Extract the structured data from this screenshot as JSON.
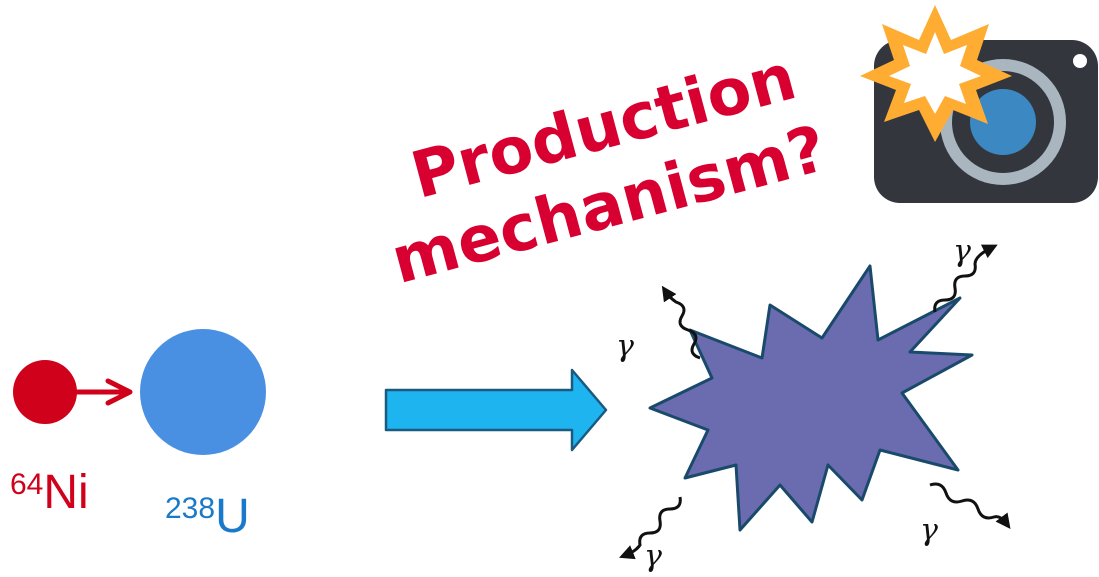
{
  "question": {
    "line1": "Production",
    "line2": "mechanism?",
    "color": "#d80030"
  },
  "projectile": {
    "mass": "64",
    "symbol": "Ni",
    "color": "#d0021b"
  },
  "target": {
    "mass": "238",
    "symbol": "U",
    "color": "#1a7ac9",
    "fill": "#4a90e2"
  },
  "process_arrow": {
    "color": "#1eb4ef"
  },
  "compound": {
    "fill": "#6b6bb0",
    "stroke": "#1a4a6b"
  },
  "gammas": {
    "top_left": "γ",
    "top_right": "γ",
    "bottom_left": "γ",
    "bottom_right": "γ"
  },
  "camera": {
    "icon": "camera-flash-icon",
    "body_color": "#33373d",
    "lens_ring_color": "#a9b6bf",
    "lens_color": "#3b88c3",
    "flash_color": "#ffac33"
  }
}
